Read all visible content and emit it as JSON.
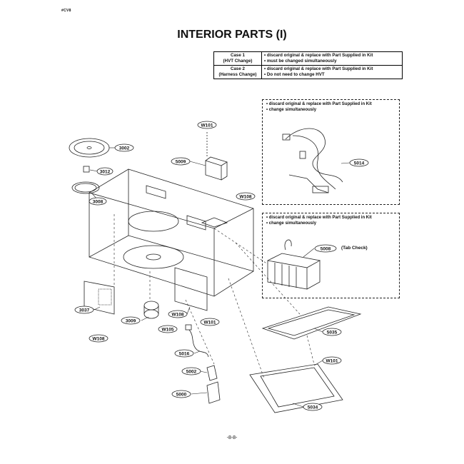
{
  "corner_code": "#CV8",
  "title": "INTERIOR PARTS (I)",
  "cases": [
    {
      "case": "Case 1",
      "change": "(HVT Change)",
      "lines": [
        "• discard original & replace with Part Supplied in Kit",
        "• must be changed simultaneously"
      ]
    },
    {
      "case": "Case 2",
      "change": "(Harness Change)",
      "lines": [
        "• discard original & replace with Part Supplied in Kit",
        "• Do not need to change HVT"
      ]
    }
  ],
  "box_upper_note": [
    "• discard original & replace with Part Supplied in Kit",
    "• change simultaneously"
  ],
  "box_lower_note": [
    "• discard original & replace with Part Supplied in Kit",
    "• change simultaneously"
  ],
  "tab_check": "(Tab Check)",
  "parts": {
    "p3002": "3002",
    "p3012": "3012",
    "p3008": "3008",
    "p5009": "5009",
    "w101a": "W101",
    "w108a": "W108",
    "p5014": "5014",
    "p5008": "5008",
    "p3037": "3037",
    "p3009": "3009",
    "w108b": "W108",
    "w108c": "W108",
    "w105": "W105",
    "w101b": "W101",
    "p5016": "5016",
    "p5002": "5002",
    "p5000": "5000",
    "p5035": "5035",
    "w101c": "W101",
    "p5034": "5034"
  },
  "page_number": "-8-8-"
}
